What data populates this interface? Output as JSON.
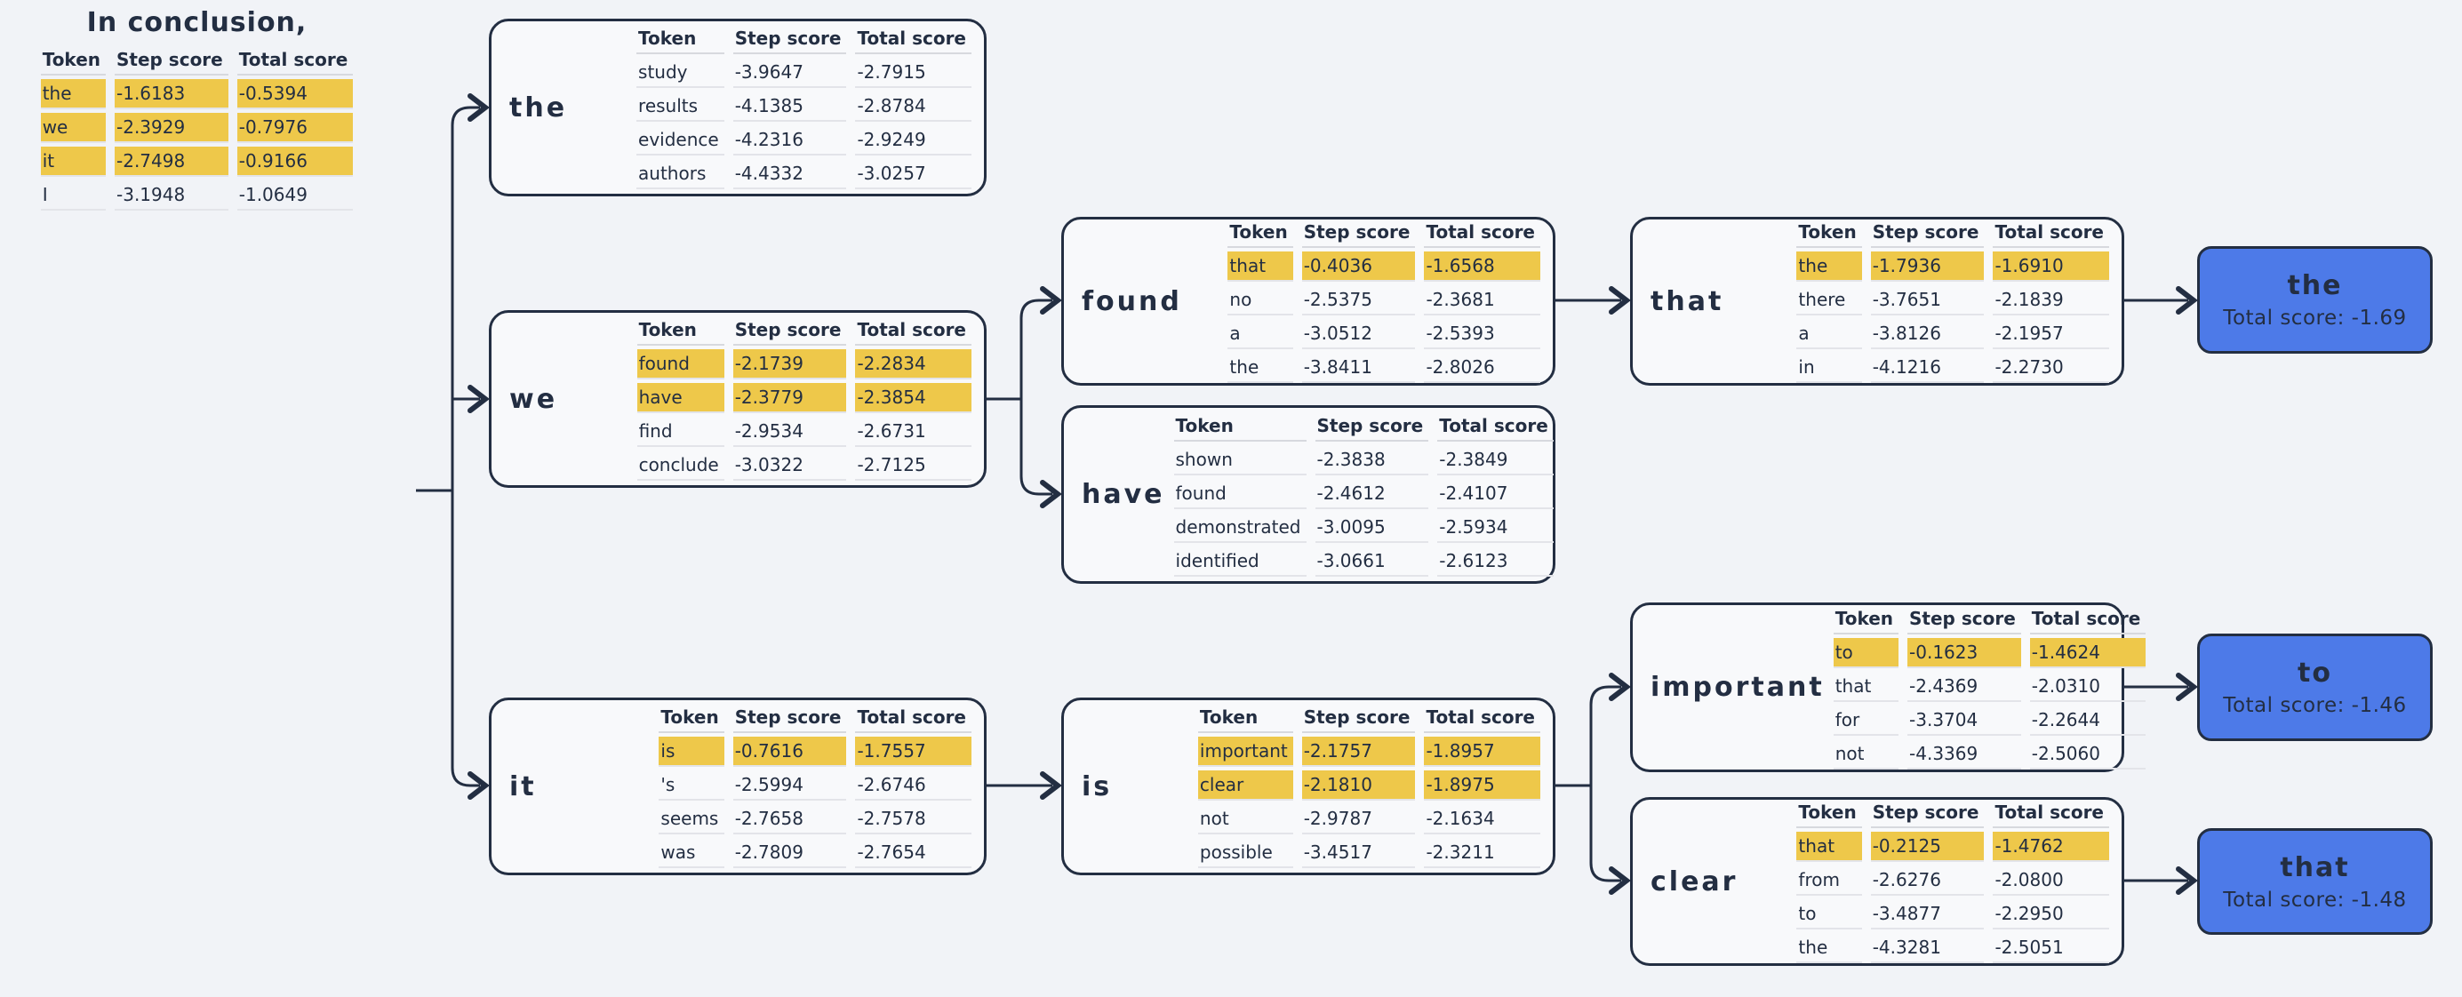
{
  "colors": {
    "background": "#f1f3f7",
    "node_background": "#f8f9fb",
    "outline": "#232e42",
    "highlight_yellow": "#eec84a",
    "final_blue": "#4d7ae8"
  },
  "table_headers": [
    "Token",
    "Step score",
    "Total score"
  ],
  "root": {
    "title": "In conclusion,",
    "rows": [
      {
        "token": "the",
        "step": "-1.6183",
        "total": "-0.5394",
        "hl": true
      },
      {
        "token": "we",
        "step": "-2.3929",
        "total": "-0.7976",
        "hl": true
      },
      {
        "token": "it",
        "step": "-2.7498",
        "total": "-0.9166",
        "hl": true
      },
      {
        "token": "I",
        "step": "-3.1948",
        "total": "-1.0649",
        "hl": false
      }
    ]
  },
  "nodes": {
    "the": {
      "label": "the",
      "rows": [
        {
          "token": "study",
          "step": "-3.9647",
          "total": "-2.7915",
          "hl": false
        },
        {
          "token": "results",
          "step": "-4.1385",
          "total": "-2.8784",
          "hl": false
        },
        {
          "token": "evidence",
          "step": "-4.2316",
          "total": "-2.9249",
          "hl": false
        },
        {
          "token": "authors",
          "step": "-4.4332",
          "total": "-3.0257",
          "hl": false
        }
      ]
    },
    "we": {
      "label": "we",
      "rows": [
        {
          "token": "found",
          "step": "-2.1739",
          "total": "-2.2834",
          "hl": true
        },
        {
          "token": "have",
          "step": "-2.3779",
          "total": "-2.3854",
          "hl": true
        },
        {
          "token": "find",
          "step": "-2.9534",
          "total": "-2.6731",
          "hl": false
        },
        {
          "token": "conclude",
          "step": "-3.0322",
          "total": "-2.7125",
          "hl": false
        }
      ]
    },
    "it": {
      "label": "it",
      "rows": [
        {
          "token": "is",
          "step": "-0.7616",
          "total": "-1.7557",
          "hl": true
        },
        {
          "token": "'s",
          "step": "-2.5994",
          "total": "-2.6746",
          "hl": false
        },
        {
          "token": "seems",
          "step": "-2.7658",
          "total": "-2.7578",
          "hl": false
        },
        {
          "token": "was",
          "step": "-2.7809",
          "total": "-2.7654",
          "hl": false
        }
      ]
    },
    "found": {
      "label": "found",
      "rows": [
        {
          "token": "that",
          "step": "-0.4036",
          "total": "-1.6568",
          "hl": true
        },
        {
          "token": "no",
          "step": "-2.5375",
          "total": "-2.3681",
          "hl": false
        },
        {
          "token": "a",
          "step": "-3.0512",
          "total": "-2.5393",
          "hl": false
        },
        {
          "token": "the",
          "step": "-3.8411",
          "total": "-2.8026",
          "hl": false
        }
      ]
    },
    "have": {
      "label": "have",
      "rows": [
        {
          "token": "shown",
          "step": "-2.3838",
          "total": "-2.3849",
          "hl": false
        },
        {
          "token": "found",
          "step": "-2.4612",
          "total": "-2.4107",
          "hl": false
        },
        {
          "token": "demonstrated",
          "step": "-3.0095",
          "total": "-2.5934",
          "hl": false
        },
        {
          "token": "identified",
          "step": "-3.0661",
          "total": "-2.6123",
          "hl": false
        }
      ]
    },
    "is": {
      "label": "is",
      "rows": [
        {
          "token": "important",
          "step": "-2.1757",
          "total": "-1.8957",
          "hl": true
        },
        {
          "token": "clear",
          "step": "-2.1810",
          "total": "-1.8975",
          "hl": true
        },
        {
          "token": "not",
          "step": "-2.9787",
          "total": "-2.1634",
          "hl": false
        },
        {
          "token": "possible",
          "step": "-3.4517",
          "total": "-2.3211",
          "hl": false
        }
      ]
    },
    "that": {
      "label": "that",
      "rows": [
        {
          "token": "the",
          "step": "-1.7936",
          "total": "-1.6910",
          "hl": true
        },
        {
          "token": "there",
          "step": "-3.7651",
          "total": "-2.1839",
          "hl": false
        },
        {
          "token": "a",
          "step": "-3.8126",
          "total": "-2.1957",
          "hl": false
        },
        {
          "token": "in",
          "step": "-4.1216",
          "total": "-2.2730",
          "hl": false
        }
      ]
    },
    "important": {
      "label": "important",
      "rows": [
        {
          "token": "to",
          "step": "-0.1623",
          "total": "-1.4624",
          "hl": true
        },
        {
          "token": "that",
          "step": "-2.4369",
          "total": "-2.0310",
          "hl": false
        },
        {
          "token": "for",
          "step": "-3.3704",
          "total": "-2.2644",
          "hl": false
        },
        {
          "token": "not",
          "step": "-4.3369",
          "total": "-2.5060",
          "hl": false
        }
      ]
    },
    "clear": {
      "label": "clear",
      "rows": [
        {
          "token": "that",
          "step": "-0.2125",
          "total": "-1.4762",
          "hl": true
        },
        {
          "token": "from",
          "step": "-2.6276",
          "total": "-2.0800",
          "hl": false
        },
        {
          "token": "to",
          "step": "-3.4877",
          "total": "-2.2950",
          "hl": false
        },
        {
          "token": "the",
          "step": "-4.3281",
          "total": "-2.5051",
          "hl": false
        }
      ]
    }
  },
  "finals": {
    "the": {
      "label": "the",
      "score_label": "Total score: -1.69"
    },
    "to": {
      "label": "to",
      "score_label": "Total score: -1.46"
    },
    "that": {
      "label": "that",
      "score_label": "Total score: -1.48"
    }
  }
}
